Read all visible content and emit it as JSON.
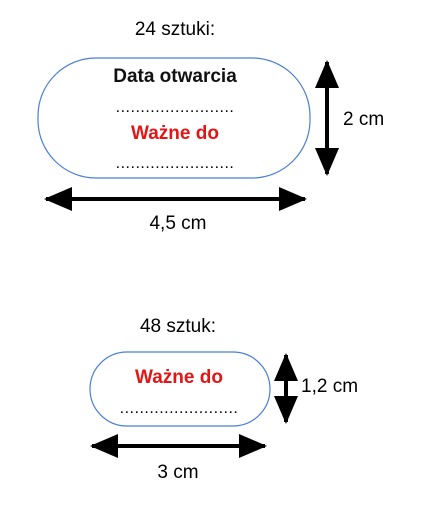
{
  "colors": {
    "label_outline": "#4a7fd6",
    "black_text": "#111111",
    "red_text": "#e31515",
    "arrow": "#000000"
  },
  "large_label": {
    "caption": "24 sztuki:",
    "line1": "Data otwarcia",
    "dots1": "........................",
    "line2": "Ważne do",
    "dots2": "........................",
    "height": "2 cm",
    "width": "4,5 cm"
  },
  "small_label": {
    "caption": "48 sztuk:",
    "line1": "Ważne do",
    "dots1": "........................",
    "height": "1,2 cm",
    "width": "3 cm"
  }
}
